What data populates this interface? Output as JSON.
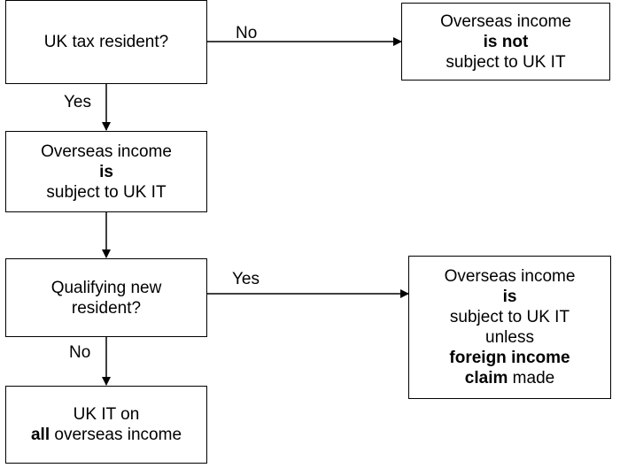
{
  "nodes": {
    "uk_tax_resident": {
      "line1": "UK tax resident?"
    },
    "not_subject": {
      "line1": "Overseas income",
      "line2": "is not",
      "line3": "subject to UK IT"
    },
    "is_subject": {
      "line1": "Overseas income",
      "line2": "is",
      "line3": "subject to UK IT"
    },
    "qualifying_new_resident": {
      "line1": "Qualifying new",
      "line2": "resident?"
    },
    "subject_unless_claim": {
      "line1": "Overseas income",
      "line2": "is",
      "line3": "subject to UK IT",
      "line4": "unless",
      "line5": "foreign income",
      "line6": "claim",
      "line6_rest": " made"
    },
    "all_overseas": {
      "line1": "UK IT on",
      "line2_bold": "all",
      "line2_rest": " overseas income"
    }
  },
  "edges": {
    "resident_no": "No",
    "resident_yes": "Yes",
    "qualifying_yes": "Yes",
    "qualifying_no": "No"
  },
  "colors": {
    "stroke": "#000000",
    "background": "#ffffff"
  }
}
